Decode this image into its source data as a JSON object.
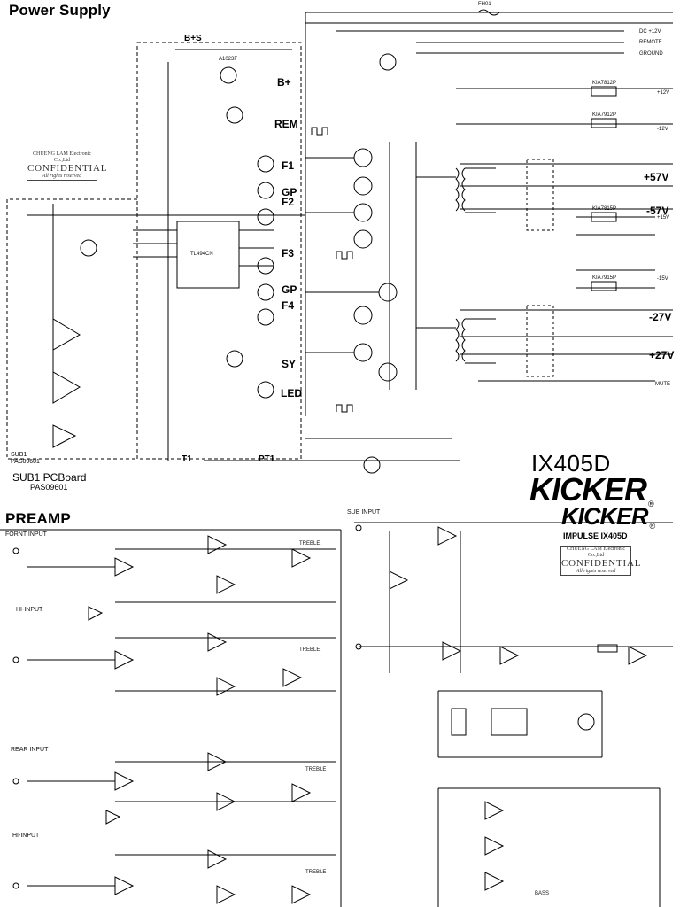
{
  "titles": {
    "power_supply": "Power Supply",
    "preamp": "PREAMP"
  },
  "brand": {
    "model": "IX405D",
    "logo_1": "KICKER",
    "logo_2": "KICKER",
    "reg_mark": "®",
    "submodel": "IMPULSE IX405D"
  },
  "confidential_stamps": [
    {
      "line1": "CHUENG LAM Electronic Co.,Ltd",
      "line2": "CONFIDENTIAL",
      "line3": "All rights reserved"
    },
    {
      "line1": "CHUENG LAM Electronic Co.,Ltd",
      "line2": "CONFIDENTIAL",
      "line3": "All rights reserved"
    }
  ],
  "board": {
    "sub1_name": "SUB1 PCBoard",
    "sub1_code": "PAS09601",
    "sub1_small": "SUB1",
    "sub1_small_code": "PAS09601"
  },
  "nets": {
    "bps": "B+S",
    "bplus": "B+",
    "rem": "REM",
    "f1": "F1",
    "gp1": "GP",
    "f2": "F2",
    "f3": "F3",
    "gp2": "GP",
    "f4": "F4",
    "sy": "SY",
    "led": "LED",
    "t1": "T1",
    "pt1": "PT1"
  },
  "outputs": {
    "p57a": "+57V",
    "n57": "-57V",
    "n27": "-27V",
    "p27": "+27V",
    "p15": "+15V",
    "n15": "-15V",
    "p12": "+12V",
    "n12": "-12V",
    "mute": "MUTE",
    "dc12": "DC +12V",
    "remote": "REMOTE",
    "ground": "GROUND"
  },
  "parts": {
    "ic_pwm": "TL494CN",
    "q1": "A1023F",
    "reg1": "KIA7812P",
    "reg2": "KIA7912P",
    "reg3": "KIA7815P",
    "reg4": "KIA7915P",
    "fuse": "FH01",
    "inputs_front": "FORNT INPUT",
    "inputs_hi1": "HI-INPUT",
    "inputs_rear": "REAR INPUT",
    "inputs_hi2": "HI-INPUT",
    "inputs_sub": "SUB INPUT",
    "treble1": "TREBLE",
    "treble2": "TREBLE",
    "treble3": "TREBLE",
    "treble4": "TREBLE",
    "bass": "BASS"
  }
}
